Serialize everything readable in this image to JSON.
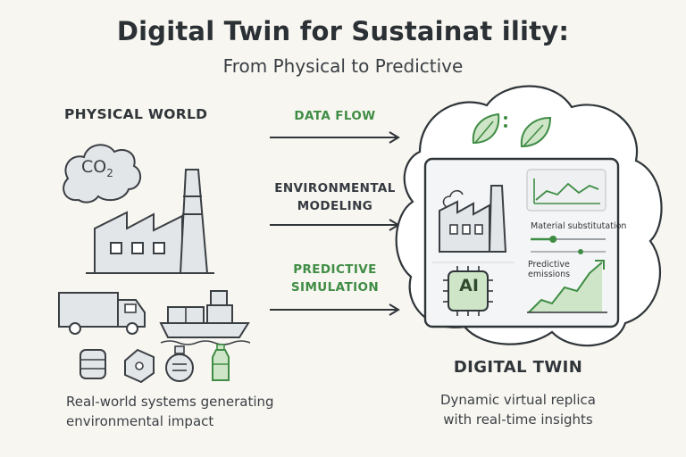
{
  "header": {
    "title": "Digital Twin for Sustainat ility:",
    "subtitle": "From Physical to Predictive"
  },
  "physical": {
    "heading": "PHYSICAL WORLD",
    "co2_text": "CO",
    "co2_sub": "2",
    "description_line1": "Real-world systems generating",
    "description_line2": "environmental impact"
  },
  "flows": [
    {
      "label": "DATA FLOW"
    },
    {
      "label_line1": "ENVIRONMENTAL",
      "label_line2": "MODELING"
    },
    {
      "label_line1": "PREDICTIVE",
      "label_line2": "SIMULATION"
    }
  ],
  "digital_twin": {
    "heading": "DIGITAL TWIN",
    "description_line1": "Dynamic virtual replica",
    "description_line2": "with real-time insights",
    "material_label": "Material substitutation",
    "material_slider_value": 0.3,
    "predictive_label_line1": "Predictive",
    "predictive_label_line2": "emissions",
    "ai_label": "AI"
  },
  "colors": {
    "background": "#f8f6f1",
    "accent_green": "#3f8d45",
    "light_green": "#cfe5c8",
    "outline": "#2f3539",
    "panel_gray": "#e3e6e8"
  },
  "icons": [
    "co2-cloud-icon",
    "factory-icon",
    "truck-icon",
    "ship-icon",
    "barrel-icon",
    "material-block-icon",
    "flask-icon",
    "bottle-icon",
    "leaf-icon",
    "ai-chip-icon",
    "line-chart-icon",
    "trend-chart-icon"
  ]
}
